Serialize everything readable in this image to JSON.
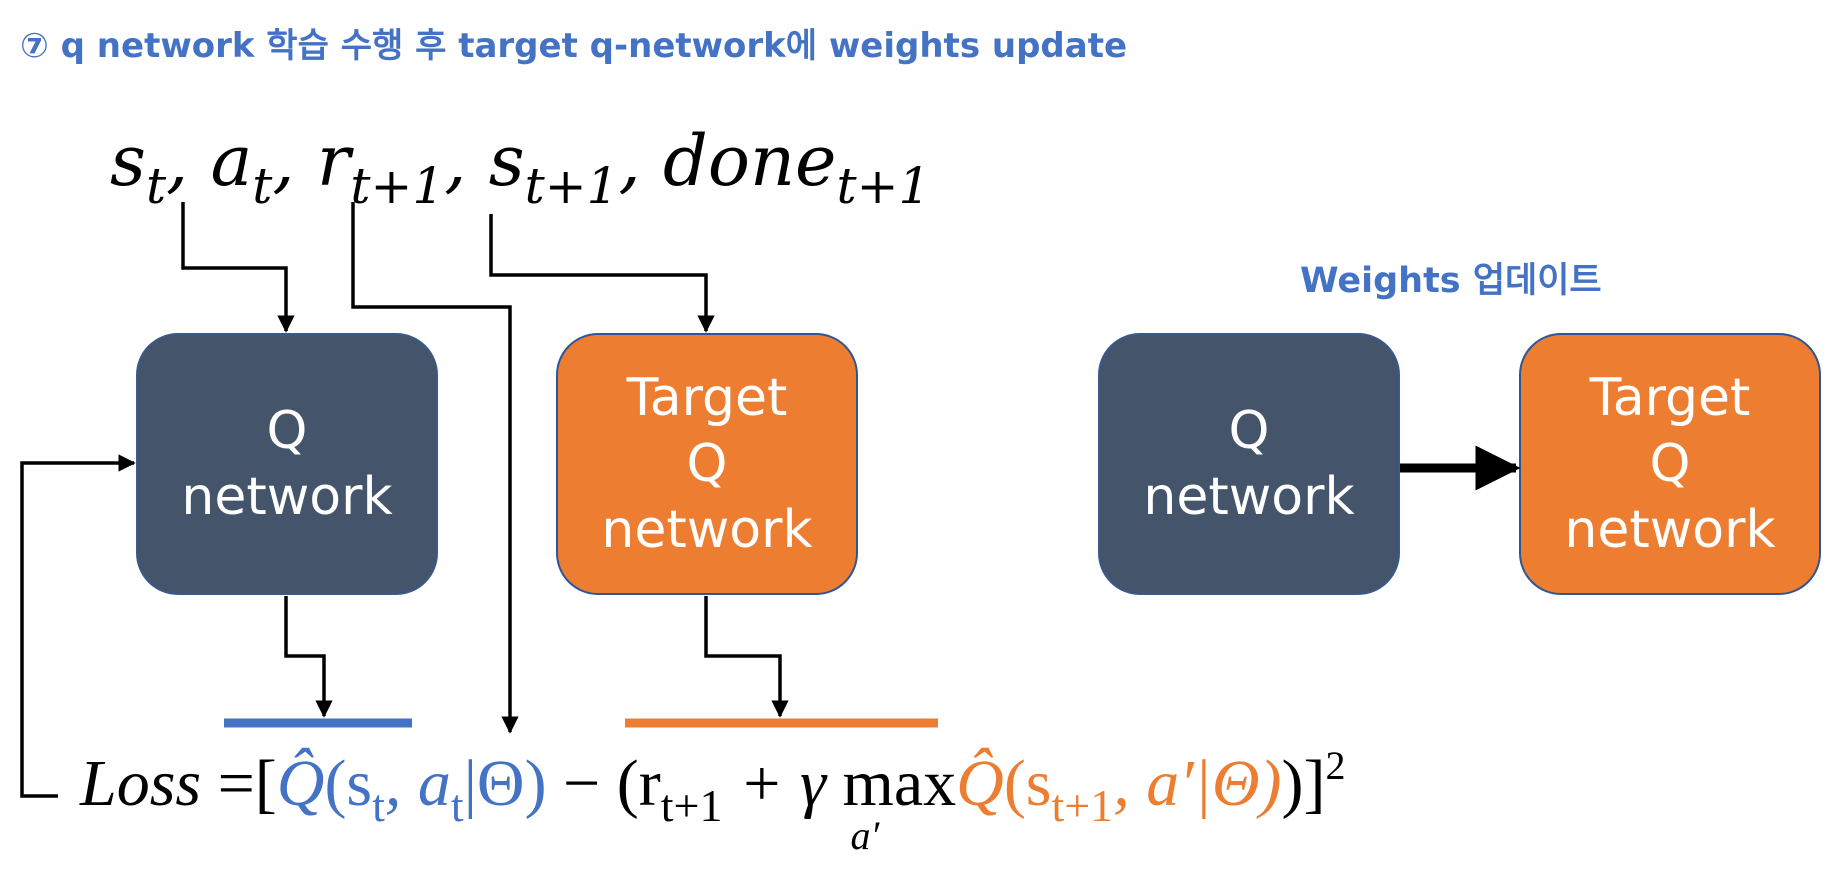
{
  "heading": "⑦ q network 학습 수행 후 target q-network에 weights update",
  "weights_label": "Weights 업데이트",
  "tuple": {
    "s": "s",
    "s_sub": "t",
    "a": "a",
    "a_sub": "t",
    "r": "r",
    "r_sub": "t+1",
    "s2": "s",
    "s2_sub": "t+1",
    "done": "done",
    "done_sub": "t+1",
    "sep": ","
  },
  "boxes": {
    "q1": [
      "Q",
      "network"
    ],
    "tq1": [
      "Target",
      "Q",
      "network"
    ],
    "q2": [
      "Q",
      "network"
    ],
    "tq2": [
      "Target",
      "Q",
      "network"
    ]
  },
  "loss": {
    "lhs": "Loss",
    "eq": "=[",
    "qhat": "Q̂",
    "blue_args": "(s",
    "blue_sub": "t",
    "blue_args2": ", a",
    "blue_sub2": "t",
    "blue_args3": "|Θ)",
    "minus": " − (r",
    "r_sub": "t+1",
    "plus": " + γ ",
    "max": "max",
    "max_under": "a′",
    "orange_args": "(s",
    "orange_sub": "t+1",
    "orange_args2": ", a′|Θ)",
    "close": ")]",
    "exp": "2"
  },
  "colors": {
    "accent_blue": "#4472C4",
    "accent_orange": "#ED7D31",
    "navy": "#44546A"
  }
}
